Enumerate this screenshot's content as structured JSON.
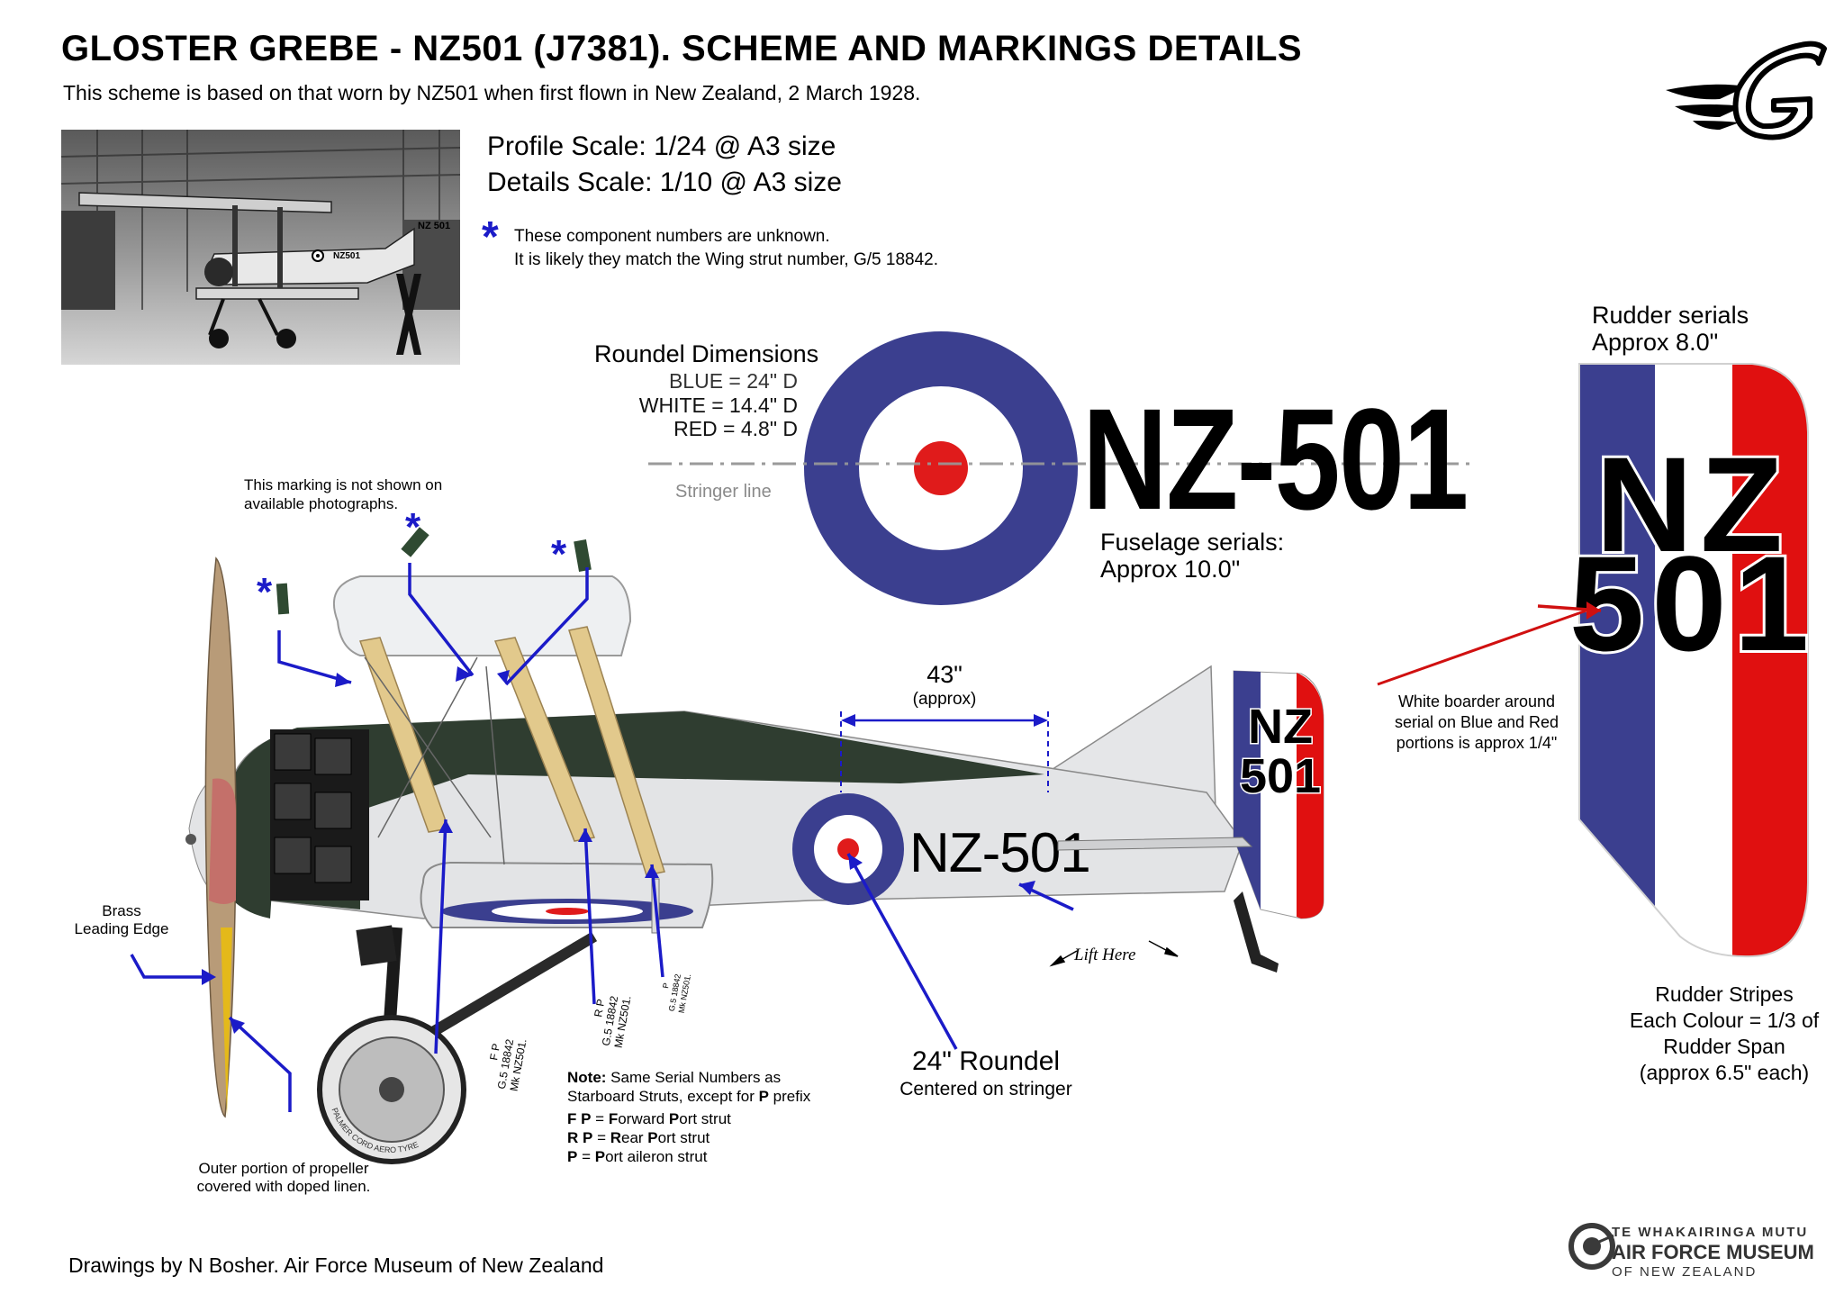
{
  "header": {
    "title": "GLOSTER GREBE - NZ501 (J7381). SCHEME AND MARKINGS DETAILS",
    "subtitle": "This scheme is based on that worn by NZ501 when first flown in New Zealand, 2 March 1928."
  },
  "scales": {
    "profile": "Profile Scale: 1/24 @ A3 size",
    "details": "Details Scale: 1/10 @ A3 size"
  },
  "asterisk_note": {
    "line1": "These component numbers are unknown.",
    "line2": "It is likely they match the Wing strut number, G/5 18842."
  },
  "roundel_dims": {
    "heading": "Roundel Dimensions",
    "blue": "BLUE = 24\" D",
    "white": "WHITE = 14.4\" D",
    "red": "RED = 4.8\" D",
    "stringer": "Stringer line"
  },
  "fuselage_serial": {
    "text": "NZ-501",
    "caption_line1": "Fuselage serials:",
    "caption_line2": "Approx 10.0\""
  },
  "rudder_serials": {
    "caption_line1": "Rudder serials",
    "caption_line2": "Approx 8.0\"",
    "line1": "NZ",
    "line2": "501"
  },
  "white_border_note": {
    "line1": "White boarder around",
    "line2": "serial on Blue and Red",
    "line3": "portions is approx 1/4\""
  },
  "rudder_stripes": {
    "line1": "Rudder Stripes",
    "line2": "Each Colour = 1/3 of",
    "line3": "Rudder Span",
    "line4": "(approx 6.5\" each)"
  },
  "marking_note": {
    "line1": "This marking is not shown on",
    "line2": "available photographs."
  },
  "dimension_43": {
    "value": "43\"",
    "sub": "(approx)"
  },
  "brass": {
    "line1": "Brass",
    "line2": "Leading Edge"
  },
  "propeller_note": {
    "line1": "Outer portion of propeller",
    "line2": "covered with doped linen."
  },
  "roundel_24": {
    "line1": "24\" Roundel",
    "line2": "Centered on stringer"
  },
  "lift_here": "Lift Here",
  "side_serial": "NZ-501",
  "tail_serial": {
    "line1": "NZ",
    "line2": "501"
  },
  "strut_labels": {
    "fp": {
      "prefix": "F P",
      "l1": "G.5 18842",
      "l2": "Mk NZ501."
    },
    "rp": {
      "prefix": "R P",
      "l1": "G.5 18842",
      "l2": "Mk NZ501."
    },
    "p": {
      "prefix": "P",
      "l1": "G.5 18842",
      "l2": "Mk NZ501."
    }
  },
  "tyre_text": "PALMER CORD AERO TYRE",
  "strut_note": {
    "note_label": "Note:",
    "note_text": " Same Serial Numbers as",
    "line2": "Starboard Struts, except for ",
    "line2_bold": "P",
    "line2_end": " prefix",
    "fp_key": "F P",
    "fp_eq": " = ",
    "fp_f": "F",
    "fp_orward": "orward ",
    "fp_p": "P",
    "fp_ort": "ort strut",
    "rp_key": "R P",
    "rp_eq": " = ",
    "rp_r": "R",
    "rp_ear": "ear ",
    "rp_p": "P",
    "rp_ort": "ort strut",
    "p_key": "P",
    "p_eq": " = ",
    "p_p": "P",
    "p_ort": "ort aileron strut"
  },
  "credit": "Drawings by N Bosher. Air Force Museum of New Zealand",
  "museum": {
    "line1": "TE WHAKAIRINGA MUTU",
    "line2": "AIR FORCE MUSEUM",
    "line3": "OF NEW ZEALAND"
  },
  "photo_serials": {
    "side": "NZ 501",
    "fuselage": "NZ501"
  },
  "colors": {
    "roundel_blue": "#3b3f8f",
    "roundel_red": "#e01b1b",
    "dark_green": "#2f3d30",
    "silver": "#e3e4e6",
    "strut_wood": "#e2c98c",
    "annotation_blue": "#1b1bc8",
    "rudder_red": "#e01010",
    "rudder_blue": "#3b3f8f"
  }
}
